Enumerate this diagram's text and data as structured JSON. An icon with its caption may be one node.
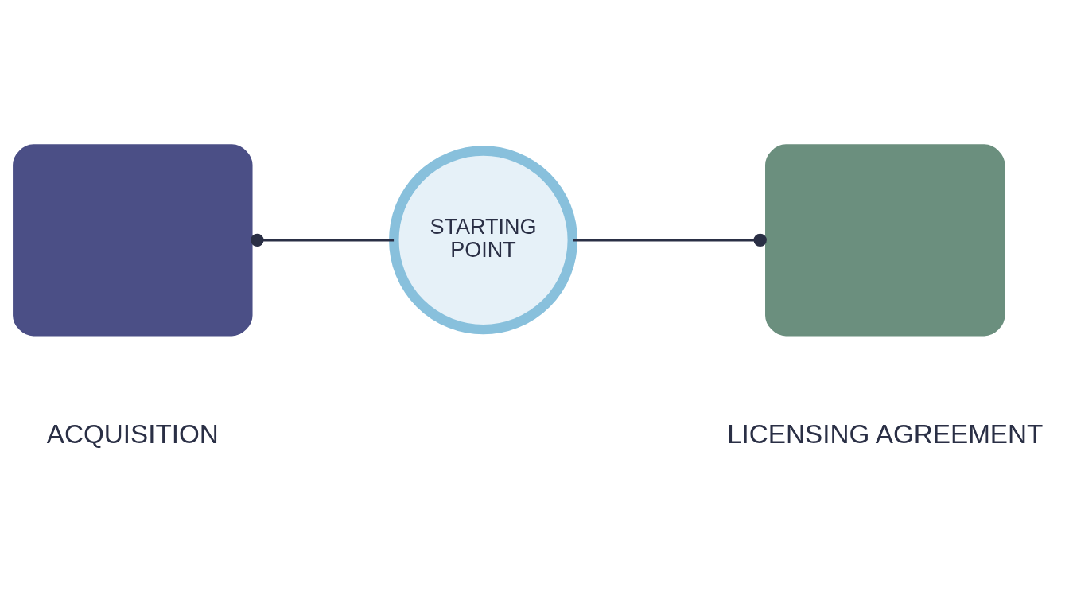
{
  "diagram": {
    "nodes": [
      {
        "text": [],
        "shape": "box",
        "beside": [
          "ACQUISITION"
        ]
      },
      {
        "text": [
          "STARTING POINT"
        ]
      },
      {
        "text": [],
        "shape": "box",
        "beside": [
          "LICENSING AGREEMENT"
        ]
      }
    ],
    "edges": [
      {
        "from": 0,
        "to": 1,
        "arrow": "other"
      },
      {
        "from": 1,
        "to": 2,
        "arrow": "other"
      }
    ]
  }
}
